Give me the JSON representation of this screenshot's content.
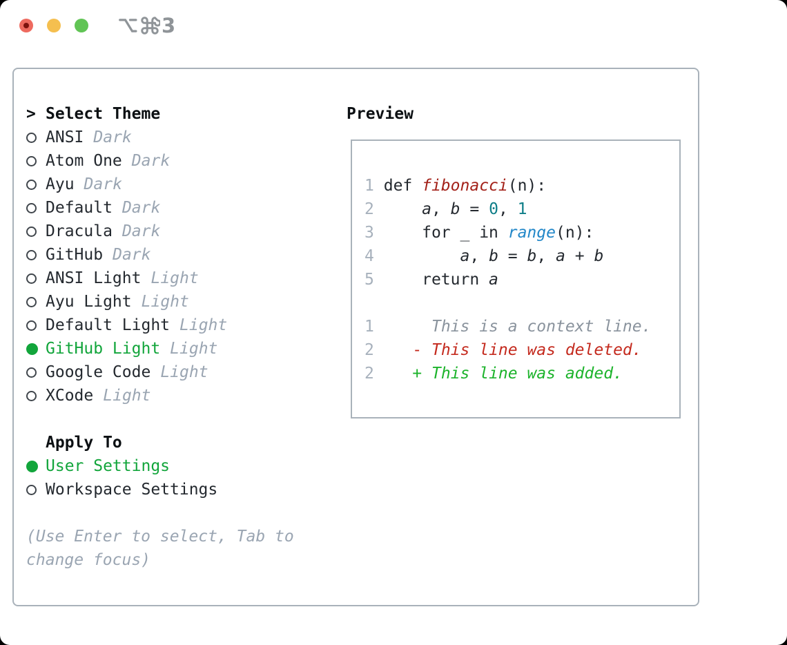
{
  "window": {
    "title": "⌥⌘3",
    "title_number": "3",
    "traffic_lights": [
      "close",
      "minimize",
      "zoom"
    ]
  },
  "theme_picker": {
    "prompt": ">",
    "header": "Select Theme",
    "items": [
      {
        "name": "ANSI",
        "variant": "Dark",
        "selected": false
      },
      {
        "name": "Atom One",
        "variant": "Dark",
        "selected": false
      },
      {
        "name": "Ayu",
        "variant": "Dark",
        "selected": false
      },
      {
        "name": "Default",
        "variant": "Dark",
        "selected": false
      },
      {
        "name": "Dracula",
        "variant": "Dark",
        "selected": false
      },
      {
        "name": "GitHub",
        "variant": "Dark",
        "selected": false
      },
      {
        "name": "ANSI Light",
        "variant": "Light",
        "selected": false
      },
      {
        "name": "Ayu Light",
        "variant": "Light",
        "selected": false
      },
      {
        "name": "Default Light",
        "variant": "Light",
        "selected": false
      },
      {
        "name": "GitHub Light",
        "variant": "Light",
        "selected": true
      },
      {
        "name": "Google Code",
        "variant": "Light",
        "selected": false
      },
      {
        "name": "XCode",
        "variant": "Light",
        "selected": false
      }
    ],
    "apply_to": {
      "header": "Apply To",
      "options": [
        {
          "label": "User Settings",
          "selected": true
        },
        {
          "label": "Workspace Settings",
          "selected": false
        }
      ]
    },
    "hint": "(Use Enter to select, Tab to change focus)"
  },
  "preview": {
    "header": "Preview",
    "code_lines": [
      {
        "num": "1",
        "segments": [
          {
            "t": "def ",
            "c": "p"
          },
          {
            "t": "fibonacci",
            "c": "fn"
          },
          {
            "t": "(n):",
            "c": "p"
          }
        ]
      },
      {
        "num": "2",
        "segments": [
          {
            "t": "    ",
            "c": "p"
          },
          {
            "t": "a",
            "c": "v"
          },
          {
            "t": ", ",
            "c": "p"
          },
          {
            "t": "b",
            "c": "v"
          },
          {
            "t": " = ",
            "c": "p"
          },
          {
            "t": "0",
            "c": "num"
          },
          {
            "t": ", ",
            "c": "p"
          },
          {
            "t": "1",
            "c": "num"
          }
        ]
      },
      {
        "num": "3",
        "segments": [
          {
            "t": "    for _ in ",
            "c": "p"
          },
          {
            "t": "range",
            "c": "fn2"
          },
          {
            "t": "(n):",
            "c": "p"
          }
        ]
      },
      {
        "num": "4",
        "segments": [
          {
            "t": "        ",
            "c": "p"
          },
          {
            "t": "a",
            "c": "v"
          },
          {
            "t": ", ",
            "c": "p"
          },
          {
            "t": "b",
            "c": "v"
          },
          {
            "t": " = ",
            "c": "p"
          },
          {
            "t": "b",
            "c": "v"
          },
          {
            "t": ", ",
            "c": "p"
          },
          {
            "t": "a",
            "c": "v"
          },
          {
            "t": " + ",
            "c": "p"
          },
          {
            "t": "b",
            "c": "v"
          }
        ]
      },
      {
        "num": "5",
        "segments": [
          {
            "t": "    return ",
            "c": "p"
          },
          {
            "t": "a",
            "c": "v"
          }
        ]
      }
    ],
    "diff_lines": [
      {
        "num": "1",
        "marker": " ",
        "kind": "context",
        "text": "This is a context line."
      },
      {
        "num": "2",
        "marker": "-",
        "kind": "deleted",
        "text": "This line was deleted."
      },
      {
        "num": "2",
        "marker": "+",
        "kind": "added",
        "text": "This line was added."
      }
    ]
  },
  "colors": {
    "selection_green": "#12a53b",
    "added_green": "#1cb32b",
    "deleted_red": "#c42a1e",
    "function_red": "#a32119",
    "builtin_blue": "#2287c8",
    "number_teal": "#0e7e88",
    "context_gray": "#8a939d",
    "variant_gray": "#9aa5b2",
    "line_number_gray": "#a7b1bc",
    "border_gray": "#a9b2ba",
    "text_dark": "#24292f",
    "title_gray": "#8f9498",
    "traffic_red": "#ee6a5f",
    "traffic_yellow": "#f5bf4f",
    "traffic_green": "#61c455"
  }
}
